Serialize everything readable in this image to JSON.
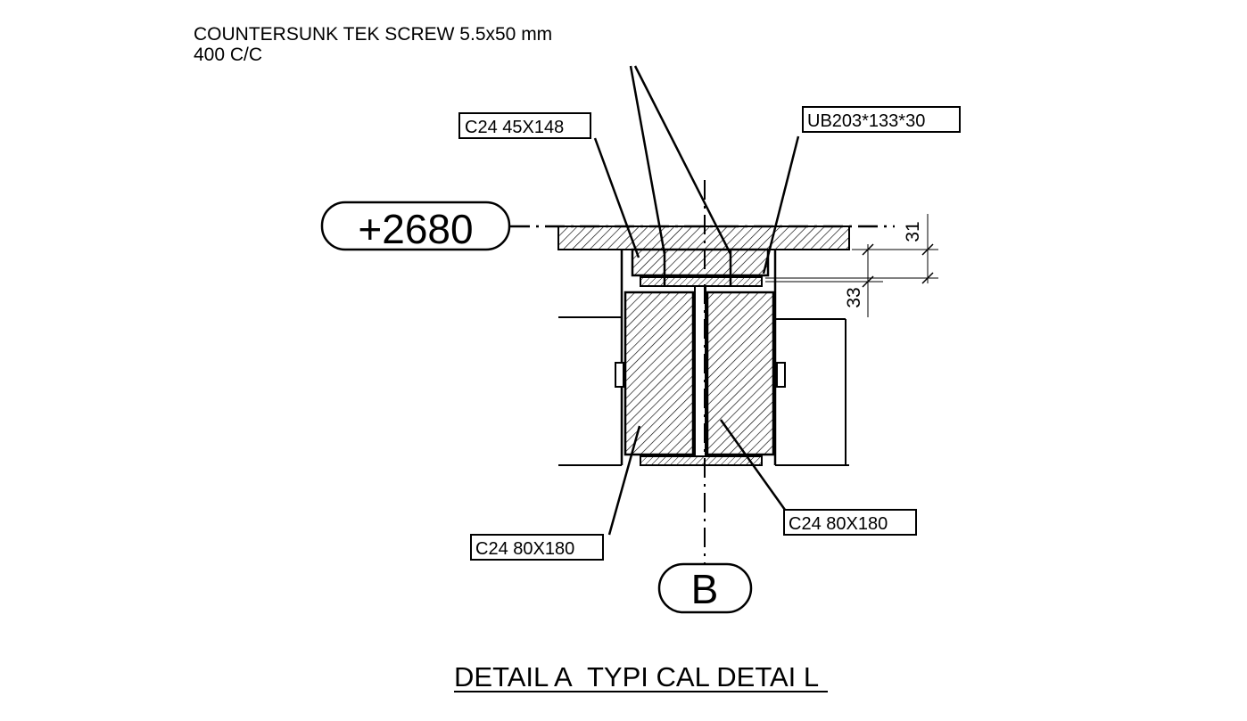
{
  "note": {
    "line1": "COUNTERSUNK TEK SCREW 5.5x50 mm",
    "line2": "400 C/C"
  },
  "labels": {
    "top_left": "C24 45X148",
    "top_right": "UB203*133*30",
    "bottom_left": "C24 80X180",
    "bottom_right": "C24 80X180"
  },
  "level_tag": "+2680",
  "grid_tag": "B",
  "dimensions": {
    "dim_a": "31",
    "dim_b": "33"
  },
  "title": {
    "part1": "DETAIL A",
    "part2": "TYPI CAL DETAI L"
  }
}
